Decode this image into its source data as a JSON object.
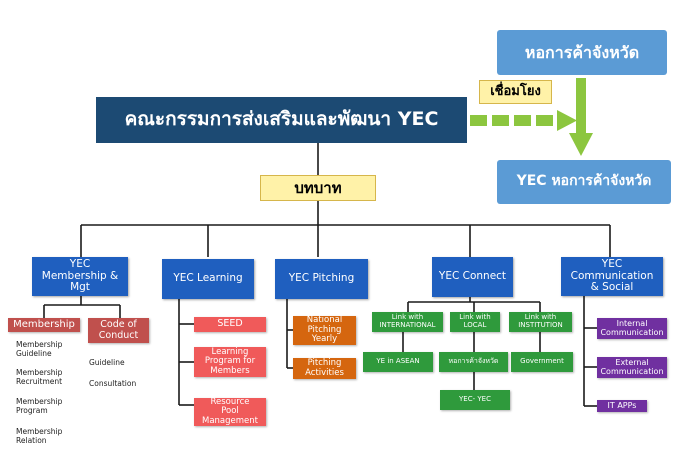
{
  "top": {
    "committee": "คณะกรรมการส่งเสริมและพัฒนา YEC",
    "chamber": "หอการค้าจังหวัด",
    "link": "เชื่อมโยง",
    "yec_chamber": "YEC หอการค้าจังหวัด",
    "roles": "บทบาท"
  },
  "branches": {
    "membership": "YEC\nMembership &\nMgt",
    "learning": "YEC Learning",
    "pitching": "YEC Pitching",
    "connect": "YEC Connect",
    "communication": "YEC\nCommunication\n& Social"
  },
  "membership": {
    "membership_box": "Membership",
    "code_box": "Code of\nConduct",
    "items": [
      "Membership\nGuideline",
      "Membership\nRecruitment",
      "Membership\nProgram",
      "Membership\nRelation"
    ],
    "code_items": [
      "Guideline",
      "Consultation"
    ]
  },
  "learning": {
    "items": [
      "SEED",
      "Learning\nProgram for\nMembers",
      "Resource\nPool\nManagement"
    ]
  },
  "pitching": {
    "items": [
      "National\nPitching\nYearly",
      "Pitching\nActivities"
    ]
  },
  "connect": {
    "links": [
      "Link with\nINTERNATIONAL",
      "Link with\nLOCAL",
      "Link with\nINSTITUTION"
    ],
    "subs": [
      "YE in ASEAN",
      "หอการค้าจังหวัด",
      "Government"
    ],
    "yec": "YEC- YEC"
  },
  "communication": {
    "items": [
      "Internal\nCommunication",
      "External\nCommunication",
      "IT APPs"
    ]
  },
  "colors": {
    "navy": "#1c4a73",
    "blue": "#1f5fbf",
    "sky": "#5b9bd5",
    "arrow_green": "#8cc63f",
    "red": "#c0504d",
    "pink": "#f05a5a",
    "orange": "#d5660f",
    "green": "#2f9a3c",
    "purple": "#7030a0"
  }
}
